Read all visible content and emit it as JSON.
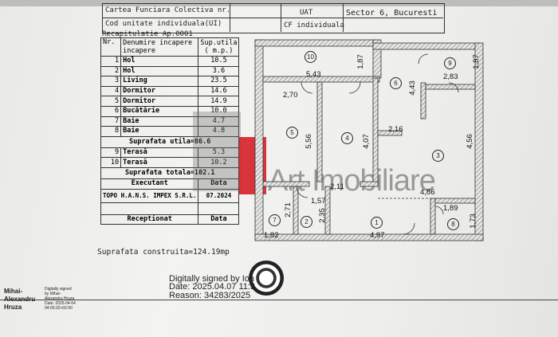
{
  "header": {
    "cf_label": "Cartea Funciara Colectiva nr.",
    "cod_label": "Cod unitate individuala(UI)",
    "uat_label": "UAT",
    "uat_value": "Sector 6, Bucuresti",
    "cfi_label": "CF individuala"
  },
  "recap": {
    "title": "Recapitulatie Ap.0001",
    "col_nr": "Nr.",
    "col_name": "Denumire incapere incapere",
    "col_area": "Sup.utila ( m.p.)",
    "rooms": [
      {
        "nr": "1",
        "name": "Hol",
        "area": "10.5"
      },
      {
        "nr": "2",
        "name": "Hol",
        "area": "3.6"
      },
      {
        "nr": "3",
        "name": "Living",
        "area": "23.5"
      },
      {
        "nr": "4",
        "name": "Dormitor",
        "area": "14.6"
      },
      {
        "nr": "5",
        "name": "Dormitor",
        "area": "14.9"
      },
      {
        "nr": "6",
        "name": "Bucătărie",
        "area": "10.0"
      },
      {
        "nr": "7",
        "name": "Baie",
        "area": "4.7"
      },
      {
        "nr": "8",
        "name": "Baie",
        "area": "4.8"
      }
    ],
    "util_label": "Suprafata utila=86.6",
    "terraces": [
      {
        "nr": "9",
        "name": "Terasă",
        "area": "5.3"
      },
      {
        "nr": "10",
        "name": "Terasă",
        "area": "10.2"
      }
    ],
    "total_label": "Suprafata totala=102.1",
    "executant_label": "Executant",
    "data_label": "Data",
    "executant_name": "TOPO H.A.N.S. IMPEX S.R.L.",
    "executant_date": "07.2024",
    "receptionat_label": "Receptionat",
    "data_label2": "Data",
    "construita_label": "Suprafata construita=124.19mp"
  },
  "plan": {
    "rooms": [
      {
        "num": "10",
        "dims": [
          "5,43",
          "1,87"
        ]
      },
      {
        "num": "9",
        "dims": [
          "2,83",
          "1,87"
        ]
      },
      {
        "num": "6",
        "dims": [
          "4,43",
          "2,16"
        ]
      },
      {
        "num": "5",
        "dims": [
          "2,70",
          "5,56"
        ]
      },
      {
        "num": "4",
        "dims": [
          "4,07"
        ]
      },
      {
        "num": "3",
        "dims": [
          "4,56",
          "4,86"
        ]
      },
      {
        "num": "1",
        "dims": [
          "4,97",
          "2,11",
          "1,57"
        ]
      },
      {
        "num": "2",
        "dims": [
          "2,35"
        ]
      },
      {
        "num": "7",
        "dims": [
          "2,71",
          "1,82"
        ]
      },
      {
        "num": "8",
        "dims": [
          "1,89",
          "1,73"
        ]
      }
    ]
  },
  "watermark": {
    "text": "Art Imobiliare",
    "color": "#d42027"
  },
  "signature": {
    "line1": "Digitally signed by Ion",
    "line2": "Date: 2025.04.07 11:3",
    "line3": "Reason: 34283/2025",
    "left_name1": "Mihai-",
    "left_name2": "Alexandru",
    "left_name3": "Hruza",
    "small1": "Digitally signed",
    "small2": "by Mihai-",
    "small3": "Alexandru Hruza",
    "small4": "Date: 2025-04-04",
    "small5": "04:00:32+02:00"
  }
}
